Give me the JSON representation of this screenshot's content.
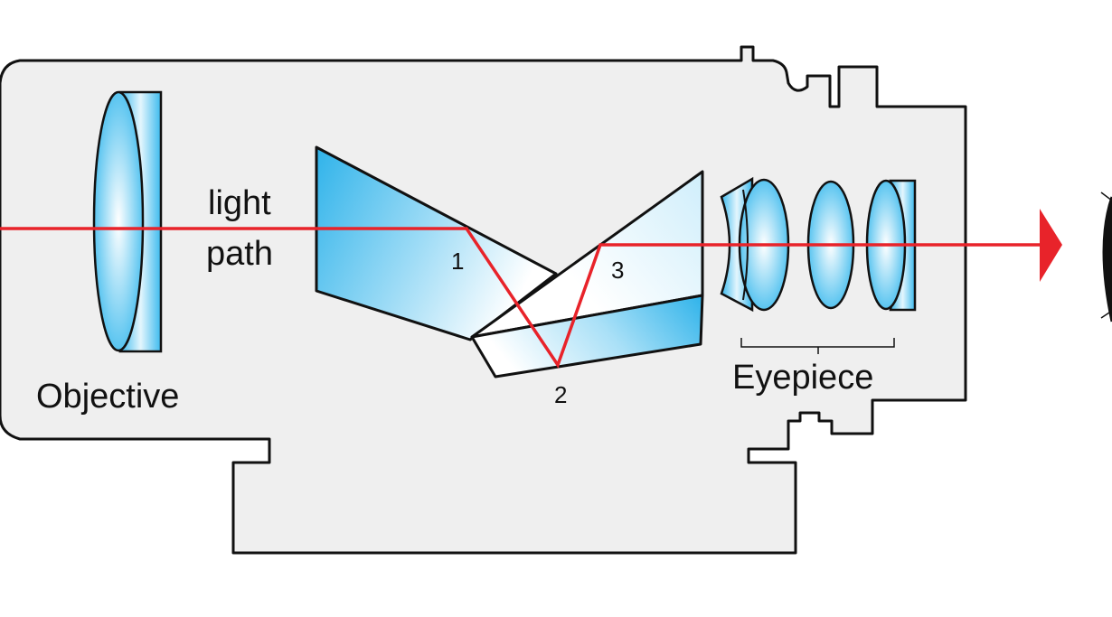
{
  "labels": {
    "light_path_line1": "light",
    "light_path_line2": "path",
    "objective": "Objective",
    "eyepiece": "Eyepiece",
    "reflection_1": "1",
    "reflection_2": "2",
    "reflection_3": "3"
  },
  "colors": {
    "body_fill": "#efefef",
    "outline": "#111111",
    "light_ray": "#e8232a",
    "glass_dark": "#2fb3ea",
    "glass_light": "#ffffff"
  },
  "icons": {
    "ray_arrow": "arrowhead-right",
    "eye": "eye-icon"
  }
}
